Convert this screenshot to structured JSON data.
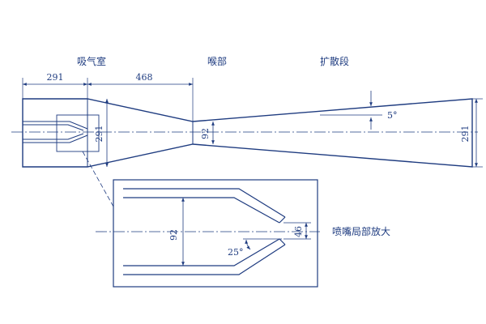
{
  "sections": {
    "suction_chamber": "吸气室",
    "throat": "喉部",
    "diffuser": "扩散段"
  },
  "dimensions": {
    "suction_length": "291",
    "converging_length": "468",
    "inlet_height": "291",
    "throat_height": "92",
    "outlet_height": "291",
    "diffuser_angle": "5°"
  },
  "detail": {
    "title": "喷嘴局部放大",
    "inner_height": "92",
    "tip_height": "46",
    "tip_angle": "25°"
  },
  "colors": {
    "line": "#1f3c80"
  }
}
